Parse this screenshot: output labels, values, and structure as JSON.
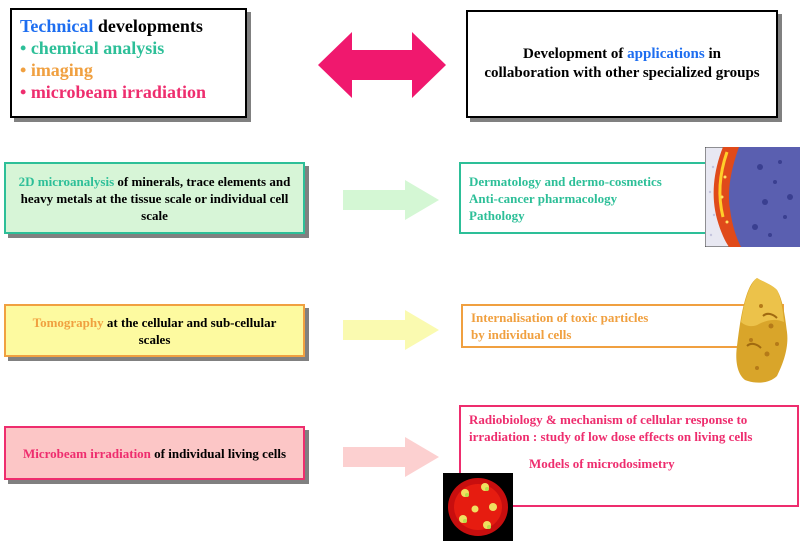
{
  "technical": {
    "title_word": "Technical",
    "title_rest": "developments",
    "bullet": "•",
    "items": [
      "chemical analysis",
      "imaging",
      "microbeam irradiation"
    ]
  },
  "applications": {
    "prefix": "Development of",
    "highlight": "applications",
    "rest": "in collaboration with other specialized groups"
  },
  "techniques": [
    {
      "highlight": "2D microanalysis",
      "rest": "of minerals, trace elements and heavy metals at the tissue scale or individual cell scale"
    },
    {
      "highlight": "Tomography",
      "rest": "at the cellular and sub-cellular scales"
    },
    {
      "highlight": "Microbeam irradiation",
      "rest": "of individual living cells"
    }
  ],
  "application_boxes": [
    {
      "lines": [
        "Dermatology and dermo-cosmetics",
        "Anti-cancer pharmacology",
        "Pathology"
      ]
    },
    {
      "lines": [
        "Internalisation of toxic particles",
        "by individual cells"
      ]
    },
    {
      "text": "Radiobiology & mechanism of cellular response to irradiation : study of low dose effects on living cells",
      "sub": "Models of microdosimetry"
    }
  ],
  "colors": {
    "blue": "#1e6ef0",
    "teal": "#2dbf98",
    "orange": "#f0a040",
    "pink": "#ee2d6e",
    "double_arrow": "#f0186e",
    "arrow_green": "#d4f7d4",
    "arrow_yellow": "#fafab0",
    "arrow_pink": "#fcd0d0"
  },
  "images": [
    "skin-section-map",
    "cell-tomography-render",
    "cell-nucleus-fluorescence"
  ]
}
